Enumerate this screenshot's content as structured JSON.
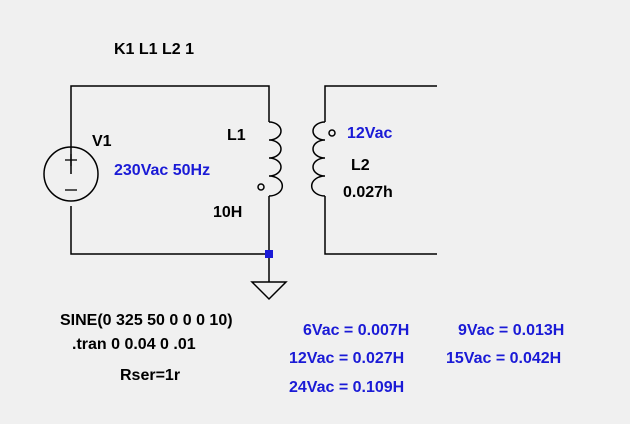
{
  "colors": {
    "background": "#f0f0f0",
    "wire": "#000000",
    "annotation": "#1a1ad6",
    "node": "#1a1ad6"
  },
  "coupling_directive": "K1 L1 L2 1",
  "source": {
    "name": "V1",
    "value": "230Vac 50Hz",
    "sine": "SINE(0 325 50 0 0 0 10)",
    "tran": ".tran 0 0.04 0 .01",
    "rser": "Rser=1r",
    "icon": "ac-voltage-source-icon"
  },
  "inductor_primary": {
    "name": "L1",
    "value": "10H",
    "icon": "inductor-coil-icon"
  },
  "inductor_secondary": {
    "name": "L2",
    "value": "0.027h",
    "voltage_label": "12Vac",
    "icon": "inductor-coil-icon"
  },
  "ground_icon": "ground-icon",
  "notes": [
    "6Vac = 0.007H",
    "9Vac = 0.013H",
    "12Vac = 0.027H",
    "15Vac = 0.042H",
    "24Vac = 0.109H"
  ]
}
